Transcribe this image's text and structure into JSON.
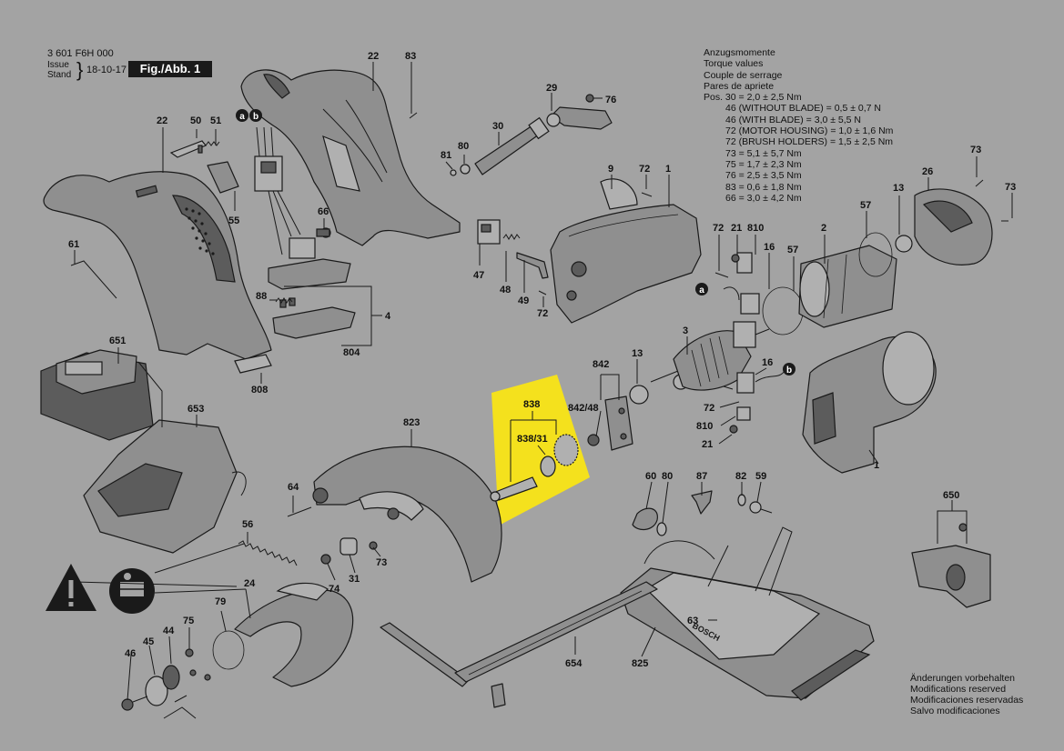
{
  "header": {
    "part_number": "3 601 F6H 000",
    "issue_label": "Issue",
    "stand_label": "Stand",
    "date": "18-10-17",
    "figure": "Fig./Abb. 1"
  },
  "torque": {
    "heading_lines": [
      "Anzugsmomente",
      "Torque values",
      "Couple de serrage",
      "Pares de apriete"
    ],
    "values": [
      "Pos. 30 = 2,0 ± 2,5 Nm",
      "46 (WITHOUT BLADE) = 0,5 ± 0,7 N",
      "46 (WITH BLADE) = 3,0 ± 5,5 N",
      "72 (MOTOR HOUSING) = 1,0 ± 1,6 Nm",
      "72 (BRUSH HOLDERS) = 1,5 ± 2,5 Nm",
      "73 = 5,1 ± 5,7 Nm",
      "75 = 1,7 ± 2,3 Nm",
      "76 = 2,5 ± 3,5 Nm",
      "83 = 0,6 ± 1,8 Nm",
      "66 = 3,0 ± 4,2 Nm"
    ]
  },
  "footer": [
    "Änderungen vorbehalten",
    "Modifications reserved",
    "Modificaciones reservadas",
    "Salvo modificaciones"
  ],
  "colors": {
    "background": "#a3a3a3",
    "part_fill": "#8f8f8f",
    "part_dark": "#5c5c5c",
    "line": "#1a1a1a",
    "highlight": "#f4e11d"
  },
  "callouts": {
    "c22a": "22",
    "c83": "83",
    "c29": "29",
    "c76": "76",
    "c30": "30",
    "c81": "81",
    "c80a": "80",
    "c9": "9",
    "c72a": "72",
    "c1a": "1",
    "c73a": "73",
    "c26": "26",
    "c73b": "73",
    "c13a": "13",
    "c57a": "57",
    "c22b": "22",
    "c50": "50",
    "c51": "51",
    "c55": "55",
    "c61": "61",
    "c66": "66",
    "c47": "47",
    "c48": "48",
    "c49": "49",
    "c72b": "72",
    "c72c": "72",
    "c21a": "21",
    "c810a": "810",
    "c16a": "16",
    "c57b": "57",
    "c2": "2",
    "c88": "88",
    "c4": "4",
    "c804": "804",
    "c808": "808",
    "c651": "651",
    "c3": "3",
    "c842": "842",
    "c13b": "13",
    "c16b": "16",
    "c842_48": "842/48",
    "c838": "838",
    "c838_31": "838/31",
    "c72d": "72",
    "c810b": "810",
    "c21b": "21",
    "c1b": "1",
    "c653": "653",
    "c823": "823",
    "c64": "64",
    "c56": "56",
    "c73c": "73",
    "c74": "74",
    "c31": "31",
    "c24": "24",
    "c79": "79",
    "c75": "75",
    "c44": "44",
    "c45": "45",
    "c46": "46",
    "c60": "60",
    "c80b": "80",
    "c87": "87",
    "c82": "82",
    "c59": "59",
    "c650": "650",
    "c63": "63",
    "c654": "654",
    "c825": "825"
  },
  "markers": {
    "a": "a",
    "b": "b"
  },
  "brand": "BOSCH"
}
